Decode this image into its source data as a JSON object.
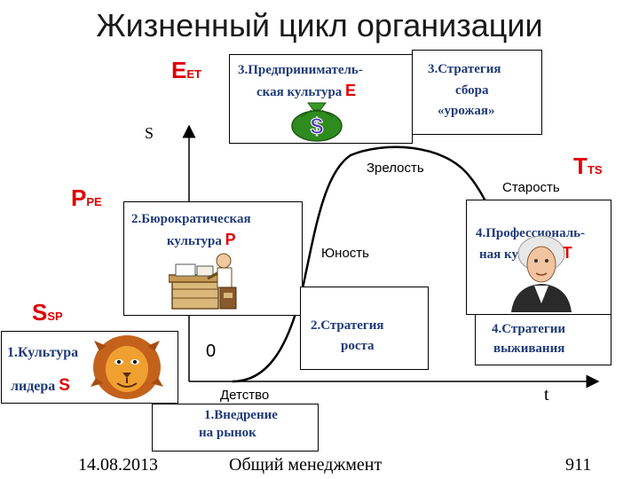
{
  "title": "Жизненный цикл организации",
  "axes": {
    "y_label": "S",
    "x_label": "t",
    "origin": "0"
  },
  "symbols": {
    "e": {
      "main": "E",
      "sub": "ET"
    },
    "p": {
      "main": "P",
      "sub": "PE"
    },
    "s": {
      "main": "S",
      "sub": "SP"
    },
    "t": {
      "main": "T",
      "sub": "TS"
    }
  },
  "stages": {
    "childhood": "Детство",
    "youth": "Юность",
    "maturity": "Зрелость",
    "old_age": "Старость"
  },
  "boxes": {
    "leader_culture": {
      "line1": "1.Культура",
      "line2": "лидера",
      "letter": "S"
    },
    "market_entry": {
      "line1": "1.Внедрение",
      "line2": "на рынок"
    },
    "bureaucratic": {
      "line1": "2.Бюрократическая",
      "line2": "культура",
      "letter": "P"
    },
    "growth": {
      "line1": "2.Стратегия",
      "line2": "роста"
    },
    "entrepreneurial": {
      "line1": "3.Предприниматель-",
      "line2": "ская культура",
      "letter": "E"
    },
    "harvest": {
      "line1": "3.Стратегия",
      "line2": "сбора",
      "line3": "«урожая»"
    },
    "professional": {
      "line1": "4.Профессиональ-",
      "line2": "ная культура",
      "letter": "T"
    },
    "survival": {
      "line1": "4.Стратегии",
      "line2": "выживания"
    }
  },
  "footer": {
    "date": "14.08.2013",
    "subject": "Общий менеджмент",
    "page": "911"
  },
  "colors": {
    "accent_red": "#e00000",
    "box_text": "#1f3a78",
    "money_bag": "#2e8b1e"
  }
}
